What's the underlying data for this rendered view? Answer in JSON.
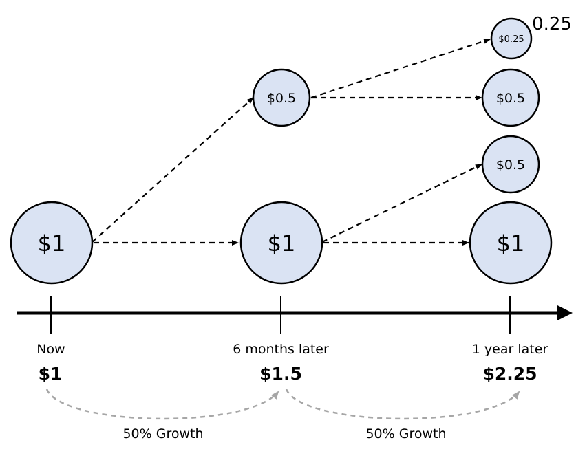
{
  "colors": {
    "node_fill": "#dae3f3",
    "node_stroke": "#000000",
    "growth_arc": "#a6a6a6"
  },
  "nodes": {
    "now_main": "$1",
    "six_months_main": "$1",
    "six_months_half": "$0.5",
    "one_year_main": "$1",
    "one_year_half_a": "$0.5",
    "one_year_half_b": "$0.5",
    "one_year_quarter": "$0.25"
  },
  "corner_value": "0.25",
  "timeline": {
    "points": [
      {
        "label": "Now",
        "total": "$1"
      },
      {
        "label": "6 months later",
        "total": "$1.5"
      },
      {
        "label": "1 year later",
        "total": "$2.25"
      }
    ]
  },
  "growth": [
    {
      "label": "50% Growth"
    },
    {
      "label": "50% Growth"
    }
  ]
}
